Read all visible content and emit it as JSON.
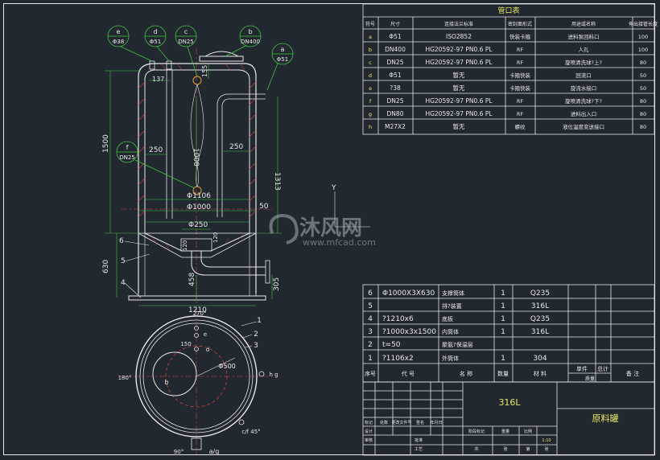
{
  "nozzle_table": {
    "title": "管口表",
    "headers": [
      "符号",
      "尺寸",
      "连接法兰标准",
      "密封面形式",
      "用途或名称",
      "伸出接管长度"
    ],
    "rows": [
      [
        "a",
        "Φ51",
        "ISO2852",
        "快装卡箍",
        "进料泵回料口",
        "100"
      ],
      [
        "b",
        "DN400",
        "HG20592-97 PN0.6 PL",
        "RF",
        "人孔",
        "100"
      ],
      [
        "c",
        "DN25",
        "HG20592-97 PN0.6 PL",
        "RF",
        "旋喷清洗球?上?",
        "80"
      ],
      [
        "d",
        "Φ51",
        "暂无",
        "卡箍快装",
        "回流口",
        "50"
      ],
      [
        "e",
        "?38",
        "暂无",
        "卡箍快装",
        "旋流水接口",
        "50"
      ],
      [
        "f",
        "DN25",
        "HG20592-97 PN0.6 PL",
        "RF",
        "旋喷清洗球?下?",
        "80"
      ],
      [
        "g",
        "DN80",
        "HG20592-97 PN0.6 PL",
        "RF",
        "进料出入口",
        "80"
      ],
      [
        "h",
        "M27X2",
        "暂无",
        "螺纹",
        "液位温度变送接口",
        "80"
      ]
    ]
  },
  "parts_table": {
    "rows": [
      [
        "6",
        "Φ1000X3X630",
        "支撑筒体",
        "1",
        "Q235",
        ""
      ],
      [
        "5",
        "",
        "排?装置",
        "1",
        "316L",
        ""
      ],
      [
        "4",
        "?1210x6",
        "底板",
        "1",
        "Q235",
        ""
      ],
      [
        "3",
        "?1000x3x1500",
        "内筒体",
        "1",
        "316L",
        ""
      ],
      [
        "2",
        "t=50",
        "聚氨?保温层",
        "",
        "",
        ""
      ],
      [
        "1",
        "?1106x2",
        "外筒体",
        "1",
        "304",
        ""
      ]
    ],
    "headers": [
      "序号",
      "代  号",
      "名  称",
      "数量",
      "材  料",
      "单件",
      "总计",
      "备  注"
    ],
    "mass_label": "质量"
  },
  "title_block": {
    "material": "316L",
    "drawing_name": "原料罐",
    "labels": [
      "标记",
      "处数",
      "更改文件号",
      "签名",
      "年月日",
      "设计",
      "阶段标记",
      "重量",
      "比例",
      "审核",
      "共",
      "张",
      "第",
      "张",
      "工艺",
      "批准"
    ],
    "scale": "1:10"
  },
  "elevation": {
    "callouts": {
      "e": "Φ38",
      "d": "Φ51",
      "c": "DN25",
      "b": "DN400",
      "a": "Φ51",
      "f": "DN25"
    },
    "dims": [
      "1500",
      "1313",
      "137",
      "155",
      "1000",
      "250",
      "250",
      "Φ1106",
      "Φ1000",
      "50",
      "Φ250",
      "630",
      "458",
      "120",
      "120",
      "305",
      "1210"
    ],
    "part_numbers": [
      "6",
      "5",
      "4"
    ],
    "axis_label": "Y"
  },
  "plan": {
    "part_numbers": [
      "1",
      "2",
      "3"
    ],
    "labels": [
      "270°",
      "180°",
      "90°",
      "c/f 45°",
      "h g",
      "a/g",
      "e",
      "d",
      "b",
      "Φ500",
      "150"
    ]
  },
  "watermark": {
    "brand": "沐风网",
    "url": "www.mfcad.com"
  }
}
